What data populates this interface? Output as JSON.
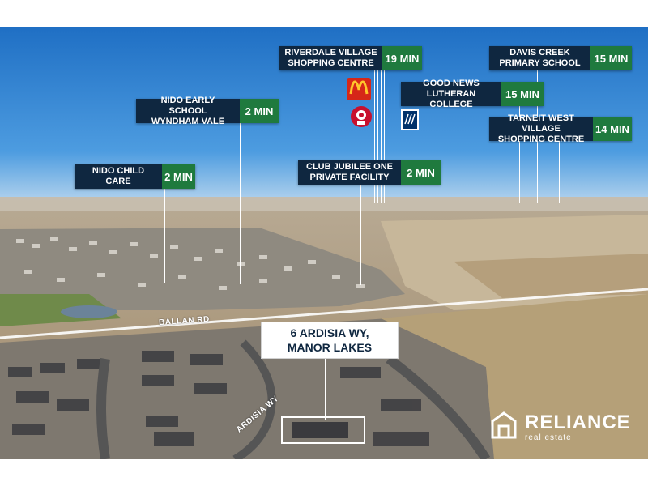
{
  "labels": {
    "riverdale": {
      "name": "RIVERDALE VILLAGE\nSHOPPING CENTRE",
      "time": "19 MIN"
    },
    "davis": {
      "name": "DAVIS CREEK\nPRIMARY SCHOOL",
      "time": "15 MIN"
    },
    "goodnews": {
      "name": "GOOD NEWS\nLUTHERAN COLLEGE",
      "time": "15 MIN"
    },
    "nido_early": {
      "name": "NIDO EARLY SCHOOL\nWYNDHAM VALE",
      "time": "2 MIN"
    },
    "tarneit": {
      "name": "TARNEIT WEST VILLAGE\nSHOPPING CENTRE",
      "time": "14 MIN"
    },
    "nido_child": {
      "name": "NIDO CHILD CARE",
      "time": "2 MIN"
    },
    "jubilee": {
      "name": "CLUB JUBILEE ONE\nPRIVATE FACILITY",
      "time": "2 MIN"
    }
  },
  "address": {
    "line1": "6 ARDISIA WY,",
    "line2": "MANOR LAKES"
  },
  "roads": {
    "ballan": "BALLAN RD",
    "ardisia": "ARDISIA WY"
  },
  "logos": {
    "mcdonalds": "mcdonalds-icon",
    "kfc": "kfc-icon",
    "aldi": "aldi-icon"
  },
  "brand": {
    "name": "RELIANCE",
    "tagline": "real estate"
  },
  "colors": {
    "label_bg": "#0f2740",
    "time_bg": "#1f7a3e",
    "sky": "#2e7fd0"
  }
}
